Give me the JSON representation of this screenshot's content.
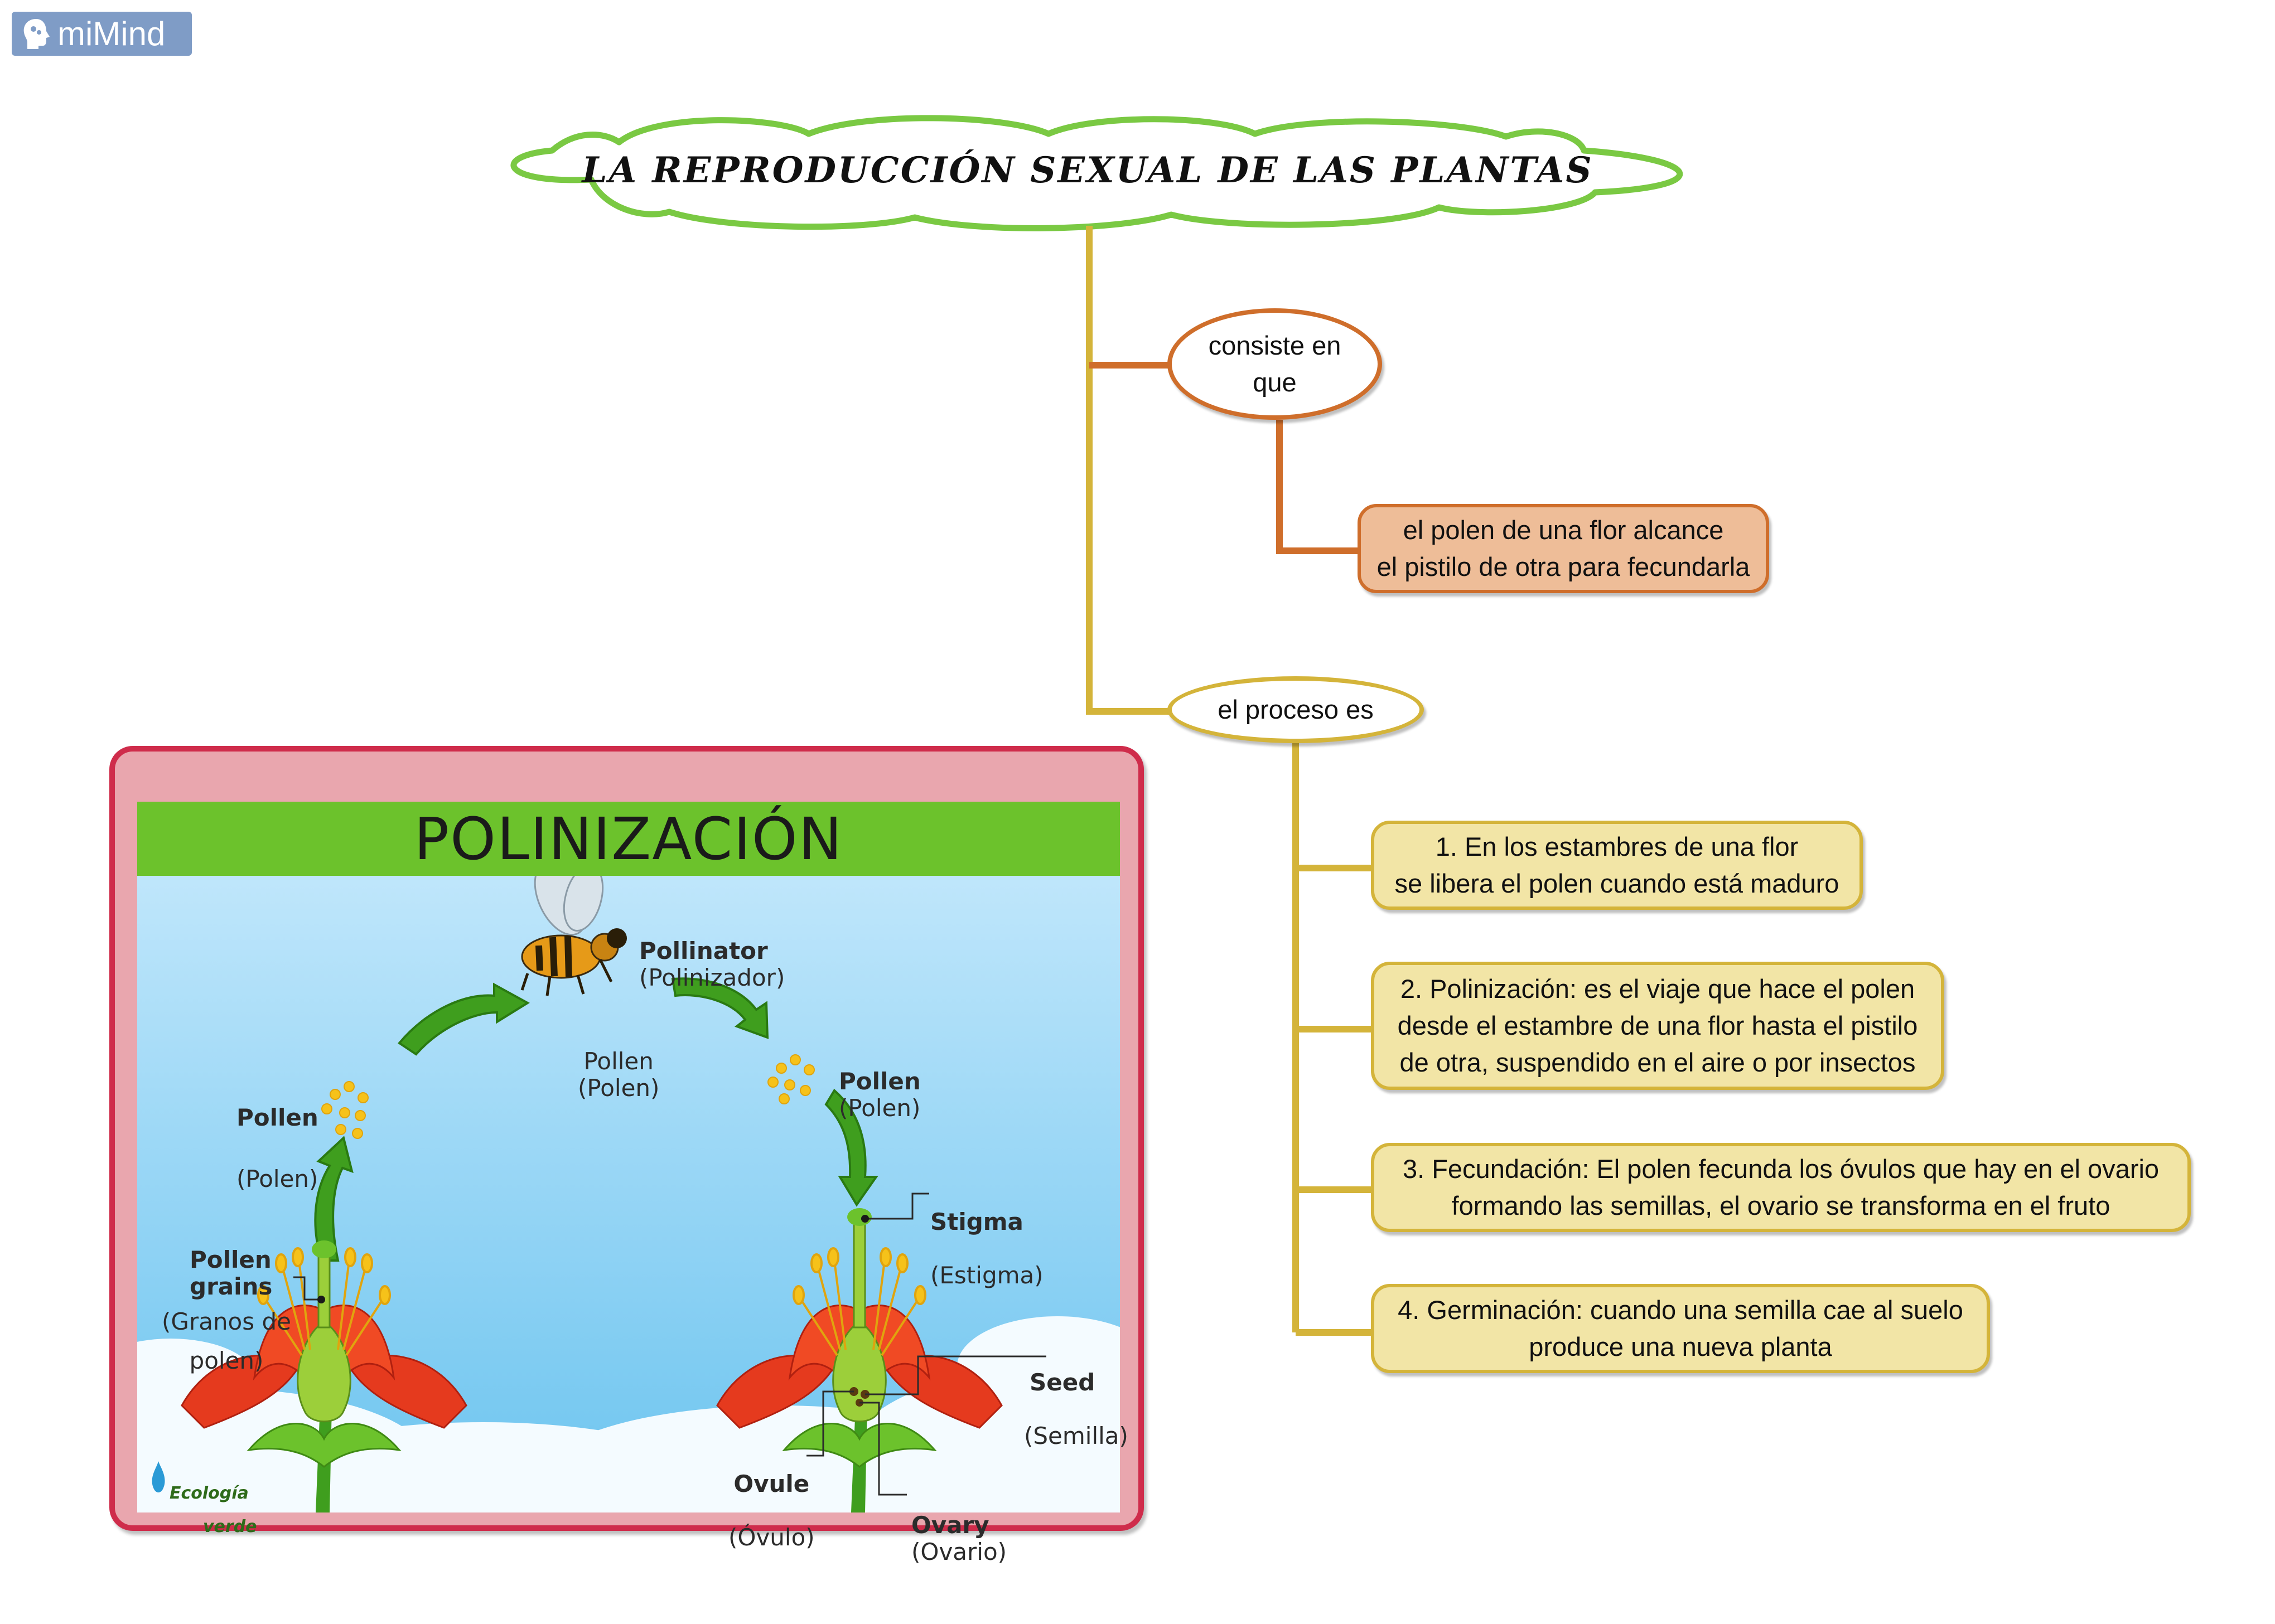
{
  "app": {
    "brand": "miMind"
  },
  "root": {
    "title": "LA REPRODUCCIÓN SEXUAL DE LAS PLANTAS"
  },
  "branch_consiste": {
    "label": "consiste en\nque",
    "child": "el polen de una flor alcance\nel pistilo de otra para fecundarla"
  },
  "branch_proceso": {
    "label": "el proceso es",
    "steps": [
      "1. En los estambres de una flor\nse libera el polen cuando está maduro",
      "2. Polinización: es el viaje que hace el polen\ndesde el estambre de una flor hasta el pistilo\nde otra, suspendido en el aire o por insectos",
      "3. Fecundación: El polen fecunda los óvulos que hay en el ovario\nformando las semillas, el ovario se transforma en el fruto",
      "4. Germinación: cuando una semilla cae al suelo\nproduce una nueva planta"
    ]
  },
  "poster": {
    "title": "POLINIZACIÓN",
    "pollinator_en": "Pollinator",
    "pollinator_es": "(Polinizador)",
    "pollen_left_en": "Pollen",
    "pollen_left_es": "(Polen)",
    "pollen_mid": "Pollen\n(Polen)",
    "pollen_right_en": "Pollen",
    "pollen_right_es": "(Polen)",
    "stigma_en": "Stigma",
    "stigma_es": "(Estigma)",
    "pollen_grains": "Pollen\ngrains",
    "pollen_grains_es": "(Granos de\npolen)",
    "seed_en": "Seed",
    "seed_es": "(Semilla)",
    "ovule_en": "Ovule",
    "ovule_es": "(Óvulo)",
    "ovary_en": "Ovary",
    "ovary_es": "(Ovario)",
    "logo_line1": "Ecología",
    "logo_line2": "verde"
  },
  "colors": {
    "trunk": "#d4b43a",
    "orange": "#cf6e2b",
    "cloud_border": "#7ac943",
    "frame_border": "#cf2c4b"
  }
}
